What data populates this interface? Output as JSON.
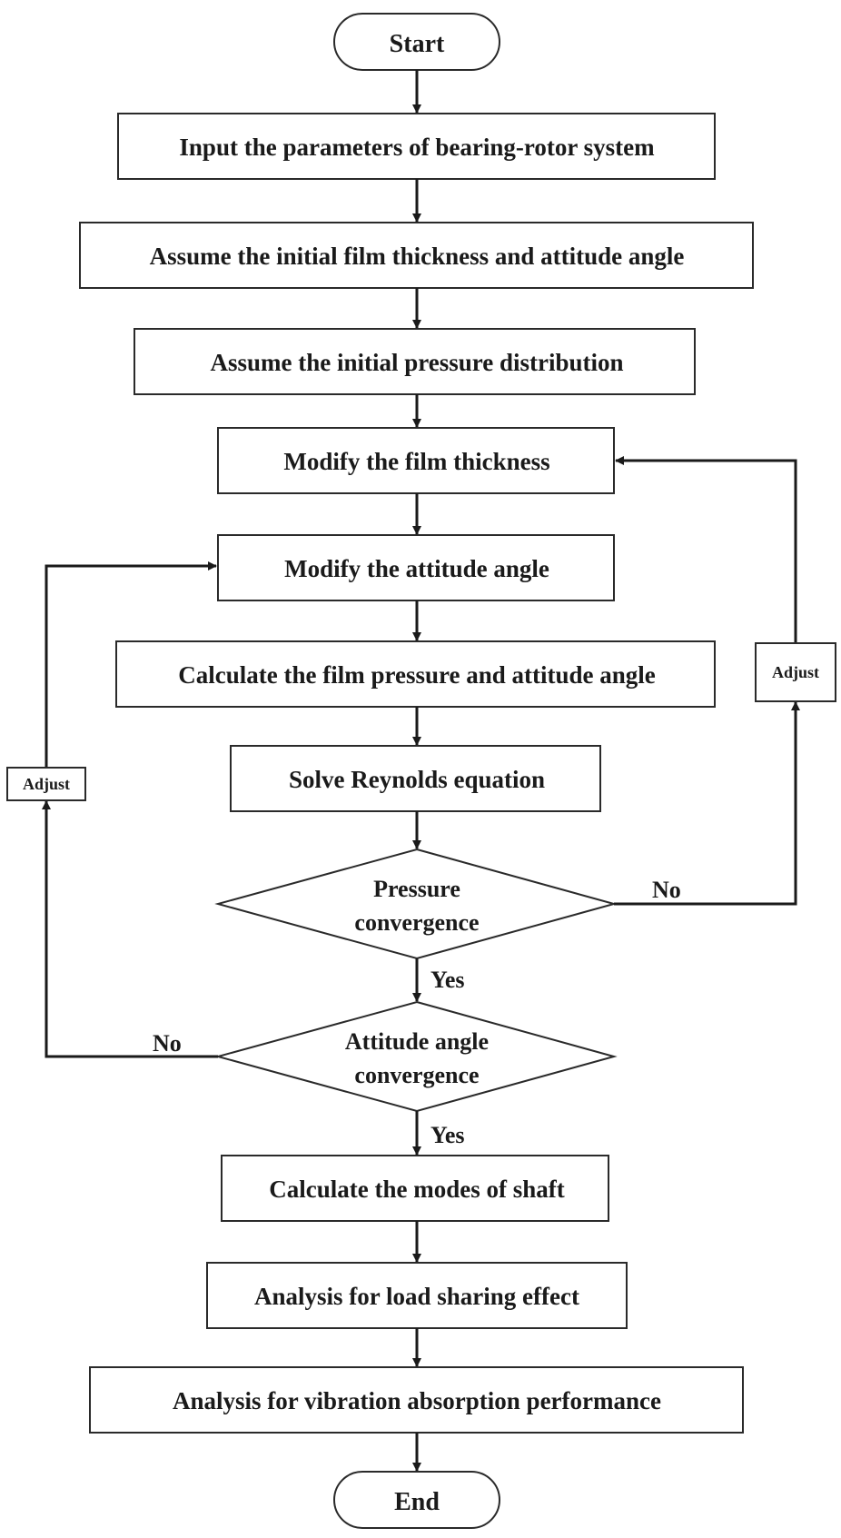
{
  "nodes": {
    "start": "Start",
    "input_params": "Input the parameters of bearing-rotor system",
    "assume_film": "Assume the initial film thickness and attitude angle",
    "assume_pressure": "Assume the initial pressure distribution",
    "modify_film": "Modify the film thickness",
    "modify_angle": "Modify the attitude angle",
    "calc_pressure": "Calculate the film pressure and attitude angle",
    "solve_reynolds": "Solve Reynolds equation",
    "pressure_conv": [
      "Pressure",
      "convergence"
    ],
    "angle_conv": [
      "Attitude angle",
      "convergence"
    ],
    "calc_modes": "Calculate the modes of shaft",
    "load_sharing": "Analysis for load sharing effect",
    "vibration": "Analysis for vibration absorption performance",
    "end": "End"
  },
  "edge_labels": {
    "pressure_yes": "Yes",
    "pressure_no": "No",
    "angle_yes": "Yes",
    "angle_no": "No",
    "adjust_right": "Adjust",
    "adjust_left": "Adjust"
  }
}
